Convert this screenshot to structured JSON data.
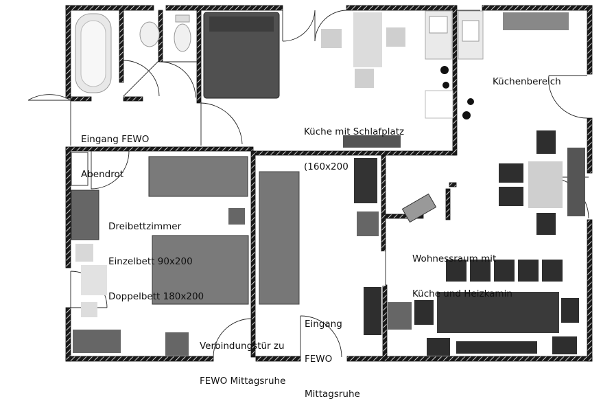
{
  "rooms": {
    "kitchen_area": [
      "Küchenbereich"
    ],
    "entrance_abendrot": [
      "Eingang FEWO",
      "Abendrot"
    ],
    "kitchen_sleeping": [
      "Küche mit Schlafplatz",
      "(160x200"
    ],
    "three_bed_room": [
      "Dreibettzimmer",
      "Einzelbett 90x200",
      "Doppelbett 180x200"
    ],
    "living_room": [
      "Wohnessraum mit",
      "Küche und Heizkamin"
    ],
    "entrance_mittagsruhe": [
      "Eingang",
      "FEWO",
      "Mittagsruhe"
    ],
    "connecting_door": [
      "Verbindungstür zu",
      "FEWO Mittagsruhe"
    ]
  },
  "colors": {
    "wall": "#1a1a1a",
    "wall_hatch": "#ffffff",
    "furniture_dark": "#2e2e2e",
    "furniture_mid": "#777777",
    "furniture_light": "#cfcfcf",
    "floor": "#ffffff"
  }
}
